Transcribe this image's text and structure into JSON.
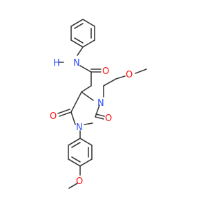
{
  "molecule": {
    "atom_labels": {
      "n_amide": "N",
      "h_amide": "H",
      "o_amide": "O",
      "o_ether_chain": "O",
      "n_ring_3": "N",
      "n_ring_1": "N",
      "o_carbonyl_5": "O",
      "o_carbonyl_2": "O",
      "o_anisole": "O"
    },
    "colors": {
      "bond": "#3c3c3c",
      "nitrogen": "#3050f8",
      "oxygen": "#ff0d0d"
    }
  }
}
